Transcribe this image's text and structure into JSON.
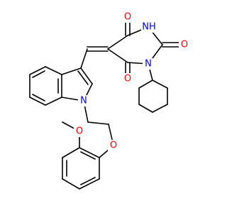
{
  "diagram": {
    "type": "chemical-structure",
    "background_color": "#ffffff",
    "bond_color": "#000000",
    "colors": {
      "oxygen": "#ff0000",
      "nitrogen": "#0000ff"
    },
    "atom_labels": {
      "o_top": "O",
      "nh": "NH",
      "o_right": "O",
      "n_imide": "N",
      "o_left": "O",
      "n_indole": "N",
      "o_methoxy": "O",
      "o_ether": "O"
    }
  }
}
